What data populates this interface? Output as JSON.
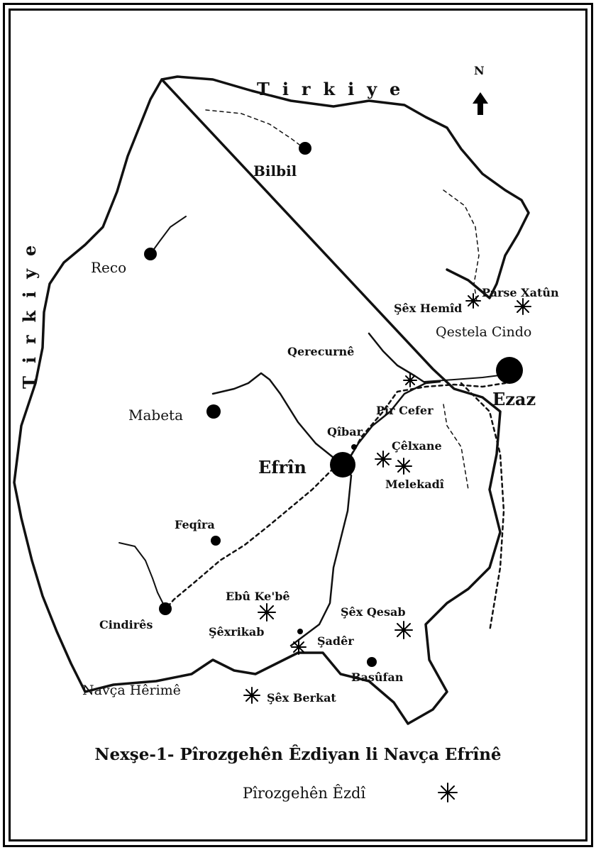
{
  "map": {
    "country_top": "T i r k i y e",
    "country_left": "T i r k i y e",
    "north_label": "N",
    "cities": {
      "bilbil": "Bilbil",
      "reco": "Reco",
      "mabeta": "Mabeta",
      "efrin": "Efrîn",
      "feqira": "Feqîra",
      "cindires": "Cindirês",
      "basufan": "Basûfan",
      "ezaz": "Ezaz",
      "qibar": "Qîbar",
      "qerecurne": "Qerecurnê"
    },
    "sites": {
      "sex_hemid": "Şêx Hemîd",
      "parse_xatun": "Parse Xatûn",
      "qestela_cindo": "Qestela Cindo",
      "pir_cefer": "Pîr Cefer",
      "celxane": "Çêlxane",
      "melekadi": "Melekadî",
      "ebu_kebe": "Ebû Ke'bê",
      "sex_qesab": "Şêx Qesab",
      "sexrikab": "Şêxrikab",
      "sader": "Şadêr",
      "sex_berkat": "Şêx Berkat"
    },
    "region": "Navça Hêrimê"
  },
  "caption": {
    "title": "Nexşe-1- Pîrozgehên Êzdiyan li Navça Efrînê",
    "legend": "Pîrozgehên Êzdî"
  }
}
